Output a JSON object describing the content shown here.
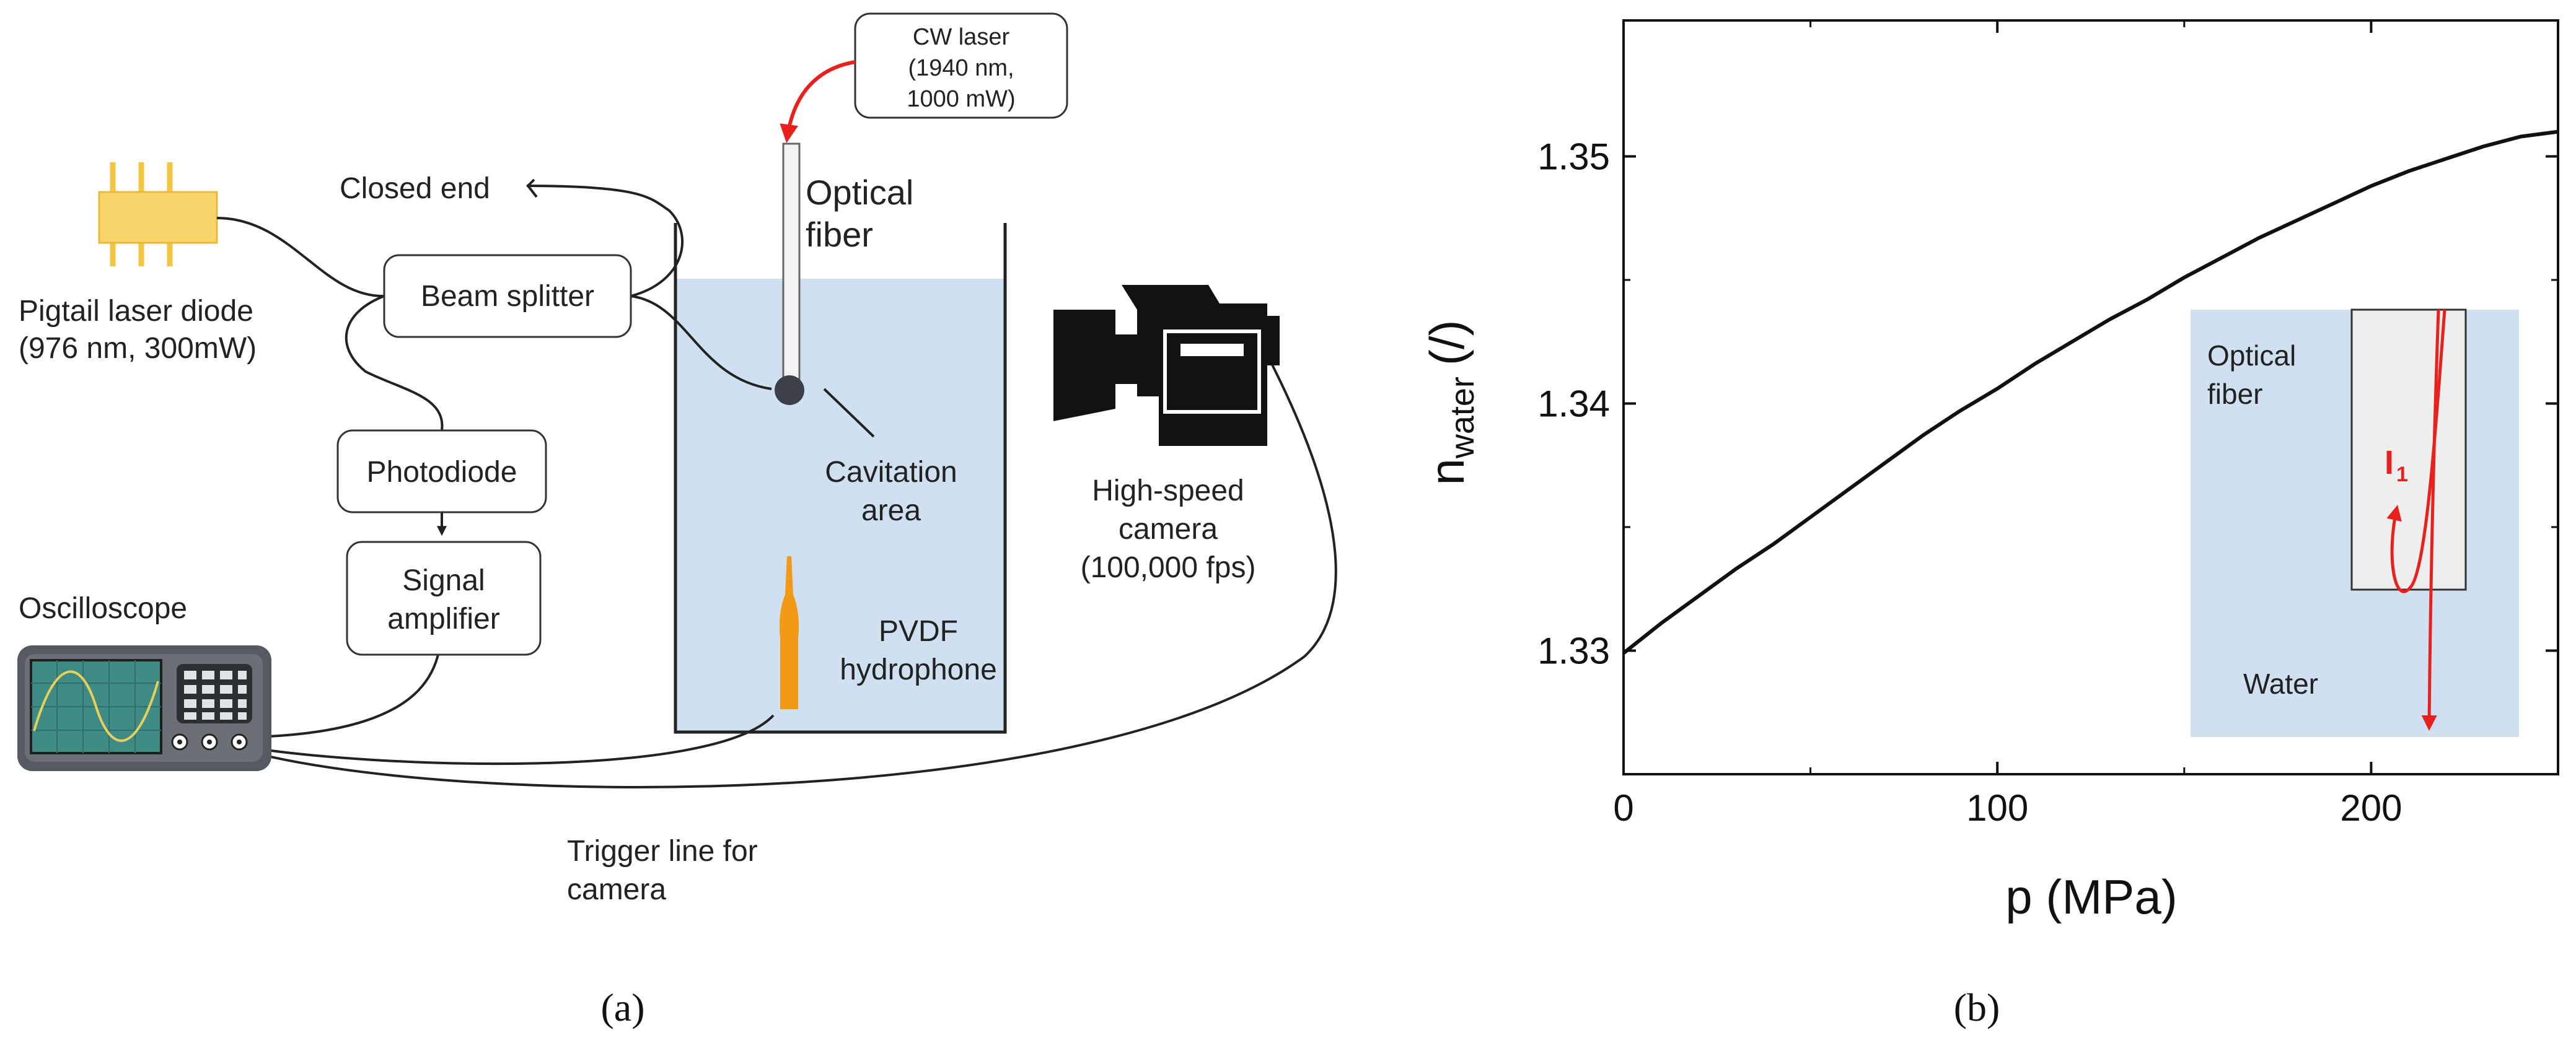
{
  "panel_a": {
    "caption": "(a)",
    "labels": {
      "closed_end": "Closed end",
      "beam_splitter": "Beam splitter",
      "pigtail_line1": "Pigtail laser diode",
      "pigtail_line2": "(976 nm, 300mW)",
      "photodiode": "Photodiode",
      "signal_amp_line1": "Signal",
      "signal_amp_line2": "amplifier",
      "oscilloscope": "Oscilloscope",
      "cw_laser_line1": "CW laser",
      "cw_laser_line2": "(1940 nm,",
      "cw_laser_line3": "1000 mW)",
      "optical_fiber_line1": "Optical",
      "optical_fiber_line2": "fiber",
      "cavitation_line1": "Cavitation",
      "cavitation_line2": "area",
      "pvdf_line1": "PVDF",
      "pvdf_line2": "hydrophone",
      "camera_line1": "High-speed",
      "camera_line2": "camera",
      "camera_line3": "(100,000 fps)",
      "trigger_line1": "Trigger line for",
      "trigger_line2": "camera"
    },
    "colors": {
      "water": "#cfe0f1",
      "laser_arrow": "#e8211d",
      "diode_chip": "#f7d56a",
      "hydrophone": "#f29a16",
      "oscilloscope_body": "#555a60",
      "oscilloscope_screen": "#3e8a84"
    }
  },
  "panel_b": {
    "caption": "(b)",
    "chart_data": {
      "type": "line",
      "xlabel": "p (MPa)",
      "ylabel_main": "n",
      "ylabel_sub": "water",
      "ylabel_unit": "(/)",
      "xlim": [
        0,
        250
      ],
      "ylim": [
        1.325,
        1.3555
      ],
      "xticks": [
        0,
        100,
        200
      ],
      "xtick_labels": [
        "0",
        "100",
        "200"
      ],
      "xminor": [
        50,
        150,
        250
      ],
      "yticks": [
        1.33,
        1.34,
        1.35
      ],
      "ytick_labels": [
        "1.33",
        "1.34",
        "1.35"
      ],
      "yminor": [
        1.335,
        1.345
      ],
      "grid": false,
      "series": [
        {
          "x": [
            0,
            10,
            20,
            30,
            40,
            50,
            60,
            70,
            80,
            90,
            100,
            110,
            120,
            130,
            140,
            150,
            160,
            170,
            180,
            190,
            200,
            210,
            220,
            230,
            240,
            250
          ],
          "y": [
            1.3299,
            1.3311,
            1.3322,
            1.3333,
            1.3343,
            1.3354,
            1.3365,
            1.3376,
            1.3387,
            1.3397,
            1.3406,
            1.3416,
            1.3425,
            1.3434,
            1.3442,
            1.3451,
            1.3459,
            1.3467,
            1.3474,
            1.3481,
            1.3488,
            1.3494,
            1.3499,
            1.3504,
            1.3508,
            1.351
          ]
        }
      ]
    },
    "inset": {
      "optical_fiber_line1": "Optical",
      "optical_fiber_line2": "fiber",
      "water": "Water",
      "intensity_main": "I",
      "intensity_sub": "1",
      "colors": {
        "water": "#cfe0f1",
        "fiber": "#eeeeee",
        "arrow": "#e8211d"
      }
    }
  }
}
